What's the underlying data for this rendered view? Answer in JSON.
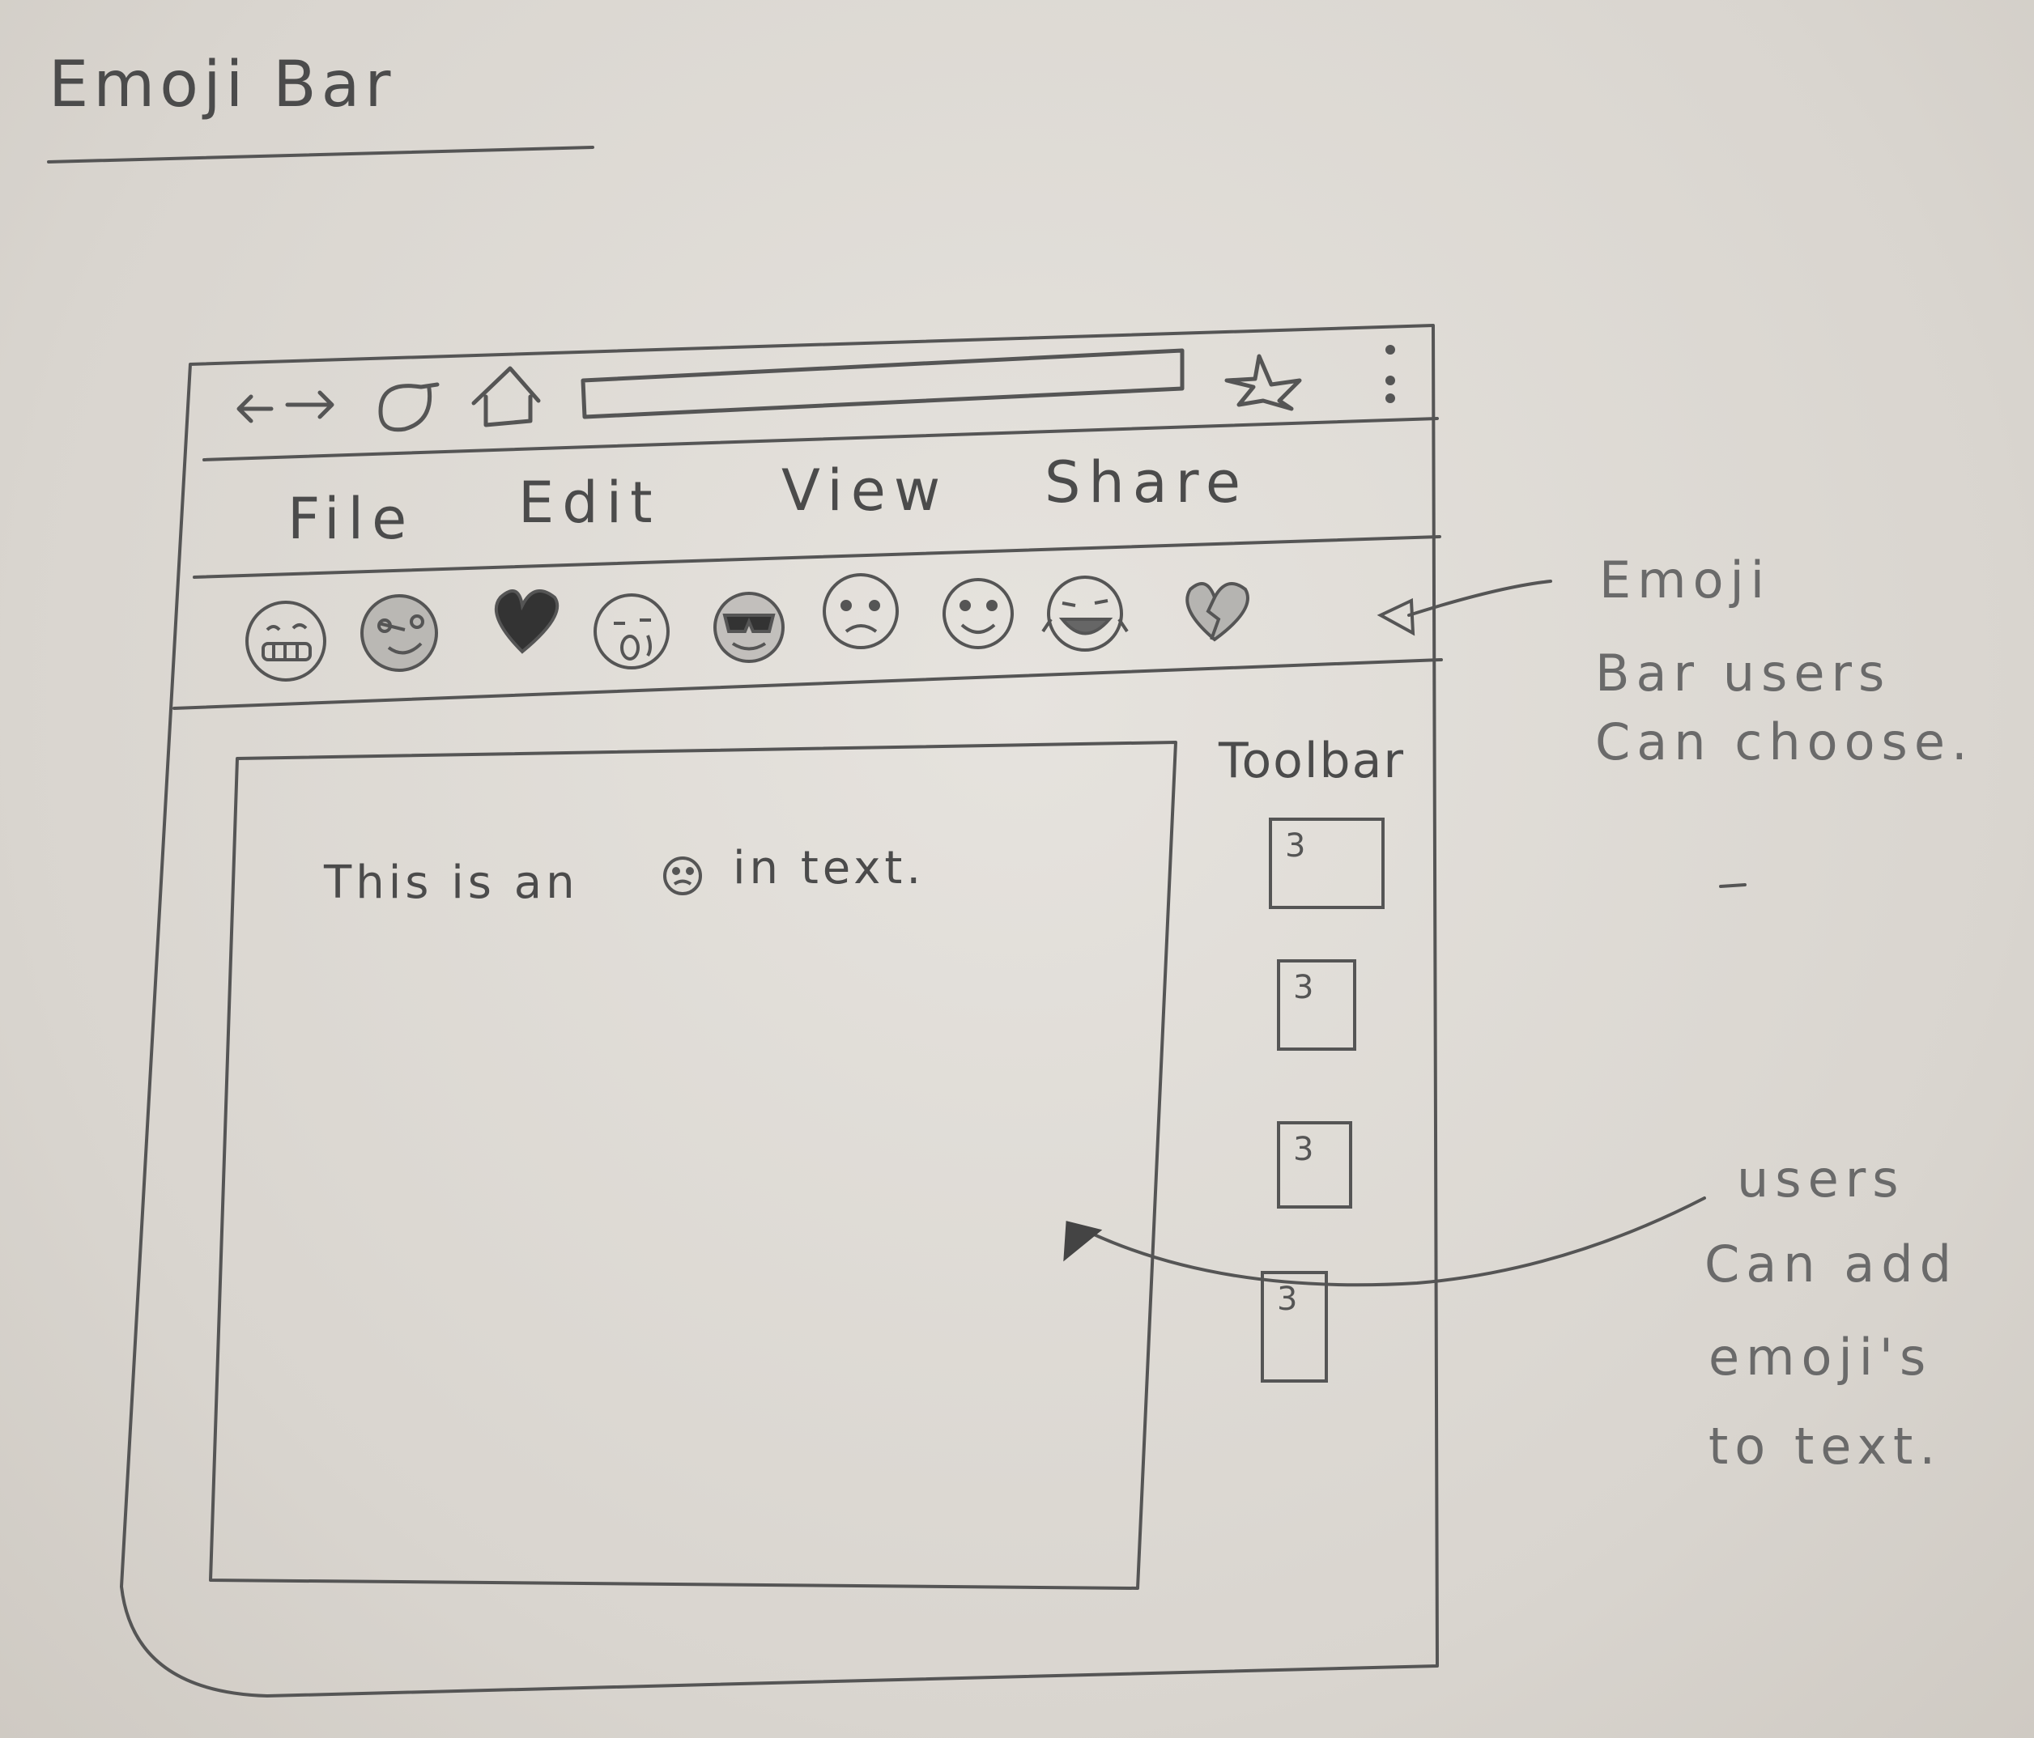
{
  "title": "Emoji Bar",
  "browser": {
    "nav_icons": [
      "back-arrow-icon",
      "forward-arrow-icon",
      "refresh-icon",
      "home-icon"
    ],
    "address_value": "",
    "bookmark_icon": "star-icon",
    "menu_icon": "kebab-menu-icon"
  },
  "menubar": {
    "items": [
      {
        "label": "File"
      },
      {
        "label": "Edit"
      },
      {
        "label": "View"
      },
      {
        "label": "Share"
      }
    ]
  },
  "emoji_bar": {
    "emojis": [
      "grimacing-face-icon",
      "zany-face-icon",
      "heart-icon",
      "crying-face-icon",
      "sunglasses-face-icon",
      "confused-face-icon",
      "smiling-face-icon",
      "laughing-face-icon",
      "broken-heart-icon"
    ],
    "collapse_icon": "triangle-left-icon"
  },
  "editor": {
    "text_before": "This is an",
    "inline_emoji": "frowning-face-icon",
    "text_after": "in text."
  },
  "toolbar": {
    "label": "Toolbar",
    "buttons": [
      "3",
      "3",
      "3",
      "3"
    ]
  },
  "annotations": {
    "emoji_bar_note": [
      "Emoji",
      "Bar users",
      "Can choose."
    ],
    "add_emoji_note": [
      "users",
      "Can add",
      "emoji's",
      "to text."
    ]
  },
  "colors": {
    "paper": "#dedad4",
    "pencil": "#4d4d4d"
  }
}
